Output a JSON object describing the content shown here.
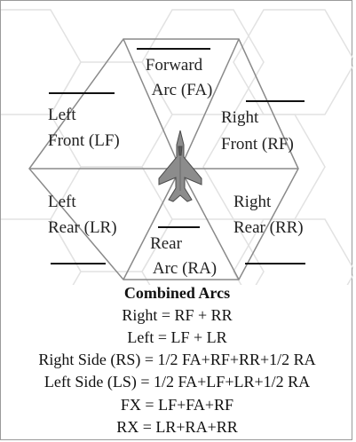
{
  "arcs": {
    "forward": {
      "line1": "Forward",
      "line2": "Arc (FA)"
    },
    "left_front": {
      "line1": "Left",
      "line2": "Front (LF)"
    },
    "right_front": {
      "line1": "Right",
      "line2": "Front (RF)"
    },
    "left_rear": {
      "line1": "Left",
      "line2": "Rear (LR)"
    },
    "right_rear": {
      "line1": "Right",
      "line2": "Rear (RR)"
    },
    "rear": {
      "line1": "Rear",
      "line2": "Arc (RA)"
    }
  },
  "legend": {
    "title": "Combined Arcs",
    "lines": [
      "Right = RF + RR",
      "Left = LF + LR",
      "Right Side (RS) = 1/2 FA+RF+RR+1/2 RA",
      "Left Side (LS) = 1/2 FA+LF+LR+1/2 RA",
      "FX = LF+FA+RF",
      "RX = LR+RA+RR"
    ]
  },
  "icons": {
    "aircraft": "fighter-jet-icon"
  },
  "colors": {
    "hex_grid": "#e2e2e2",
    "arc_lines": "#8a8a8a",
    "aircraft": "#8c8c8c"
  }
}
